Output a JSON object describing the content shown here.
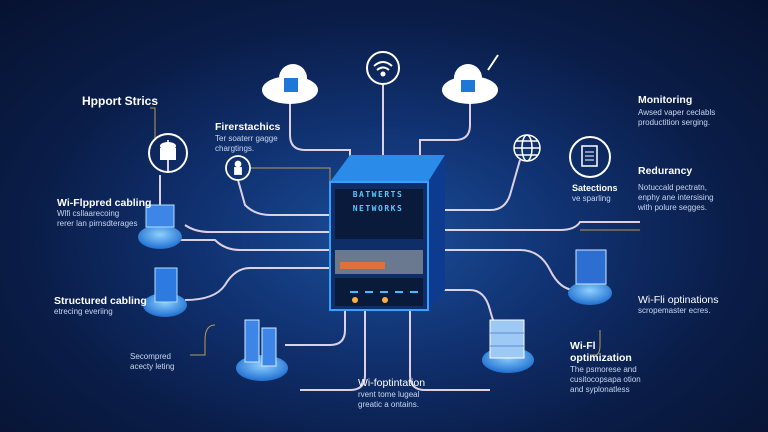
{
  "labels": {
    "hpport": {
      "title": "Hpport Strics"
    },
    "firer": {
      "title": "Firerstachics",
      "lines": [
        "Ter soaterr gagge",
        "chargtings."
      ]
    },
    "wifi_cabling": {
      "title": "Wi-Flppred cabling",
      "lines": [
        "Wlfi csllaarecoing",
        "rerer lan pirnsdterages"
      ]
    },
    "structured": {
      "title": "Structured cabling",
      "lines": [
        "etrecing everiing"
      ]
    },
    "secompred": {
      "lines": [
        "Secompred",
        "acecty leting"
      ]
    },
    "wifoptintation": {
      "title": "Wi-foptintation",
      "lines": [
        "rvent tome lugeal",
        "greatic a ontains."
      ]
    },
    "wifi_optimization": {
      "title1": "Wi-Fl",
      "title2": "optimization",
      "lines": [
        "The psmorese and",
        "cusitocopsapa otion",
        "and syplonatless"
      ]
    },
    "wifi_optinations": {
      "title": "Wi-Fli optinations",
      "lines": [
        "scropemaster ecres."
      ]
    },
    "monitoring": {
      "title": "Monitoring",
      "lines": [
        "Awsed vaper ceclabls",
        "productition serging."
      ]
    },
    "redundancy": {
      "title": "Redurancy",
      "lines": [
        "Notuccald pectratn,",
        "enphy ane intersising",
        "with polure segges."
      ]
    },
    "satections": {
      "title": "Satections",
      "lines": [
        "ve sparling"
      ]
    }
  },
  "server": {
    "line1": "BATWERTS",
    "line2": "NETWORKS"
  },
  "colors": {
    "accent": "#5fc4ff",
    "glow": "#ffb27a",
    "bg": "#0a1d48"
  }
}
